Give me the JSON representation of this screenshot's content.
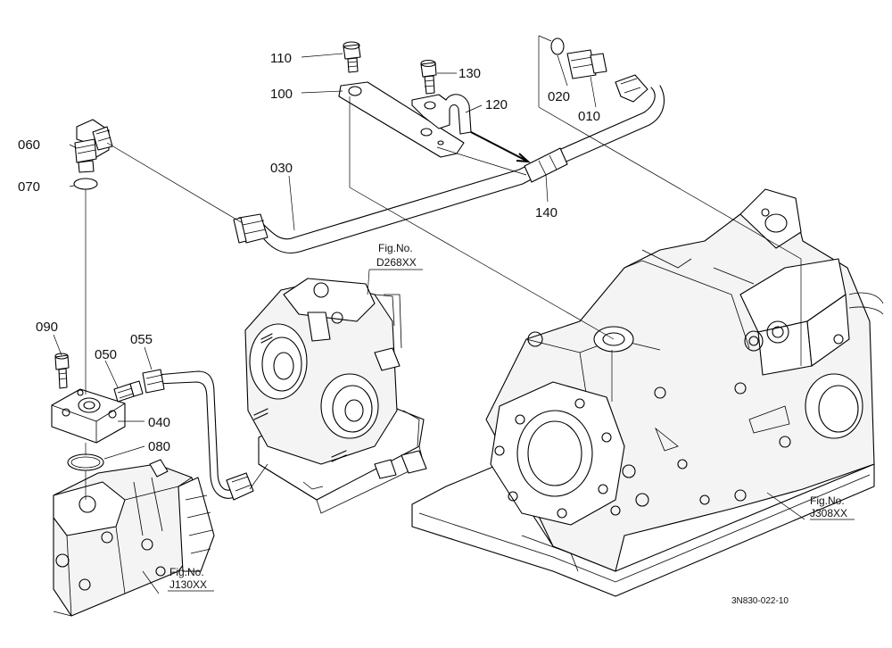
{
  "part_labels": {
    "p010": "010",
    "p020": "020",
    "p030": "030",
    "p040": "040",
    "p050": "050",
    "p055": "055",
    "p060": "060",
    "p070": "070",
    "p080": "080",
    "p090": "090",
    "p100": "100",
    "p110": "110",
    "p120": "120",
    "p130": "130",
    "p140": "140"
  },
  "figure_refs": {
    "d268": {
      "label": "Fig.No.",
      "number": "D268XX"
    },
    "j130": {
      "label": "Fig.No.",
      "number": "J130XX"
    },
    "j308": {
      "label": "Fig.No.",
      "number": "J308XX"
    }
  },
  "drawing_code": "3N830-022-10"
}
